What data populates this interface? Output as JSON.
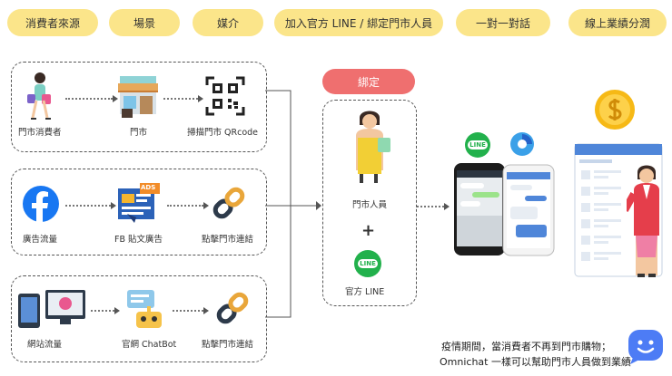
{
  "headers": [
    "消費者來源",
    "場景",
    "媒介",
    "加入官方 LINE / 綁定門市人員",
    "一對一對話",
    "線上業績分潤"
  ],
  "rows": [
    {
      "source": "門市消費者",
      "scene": "門市",
      "medium": "掃描門市 QRcode"
    },
    {
      "source": "廣告流量",
      "scene": "FB 貼文廣告",
      "medium": "點擊門市連結"
    },
    {
      "source": "網站流量",
      "scene": "官網 ChatBot",
      "medium": "點擊門市連結"
    }
  ],
  "bind": {
    "label": "綁定",
    "staff": "門市人員",
    "plus": "+",
    "line": "官方 LINE"
  },
  "icon_texts": {
    "line_logo": "LINE",
    "ads": "ADS"
  },
  "footer": {
    "line1": "疫情期間，當消費者不再到門市購物；",
    "line2": "Omnichat 一樣可以幫助門市人員做到業績"
  },
  "colors": {
    "pill": "#fbe58a",
    "bind": "#ef6f6f",
    "line_green": "#22b14c",
    "fb_blue": "#1877f2",
    "coin": "#f6b916"
  },
  "icons": [
    "shopper-icon",
    "store-icon",
    "qrcode-icon",
    "facebook-icon",
    "fb-ad-icon",
    "link-icon",
    "website-icon",
    "chatbot-icon",
    "staff-icon",
    "line-icon",
    "phones-icon",
    "coin-icon",
    "dashboard-icon",
    "omnichat-icon"
  ]
}
